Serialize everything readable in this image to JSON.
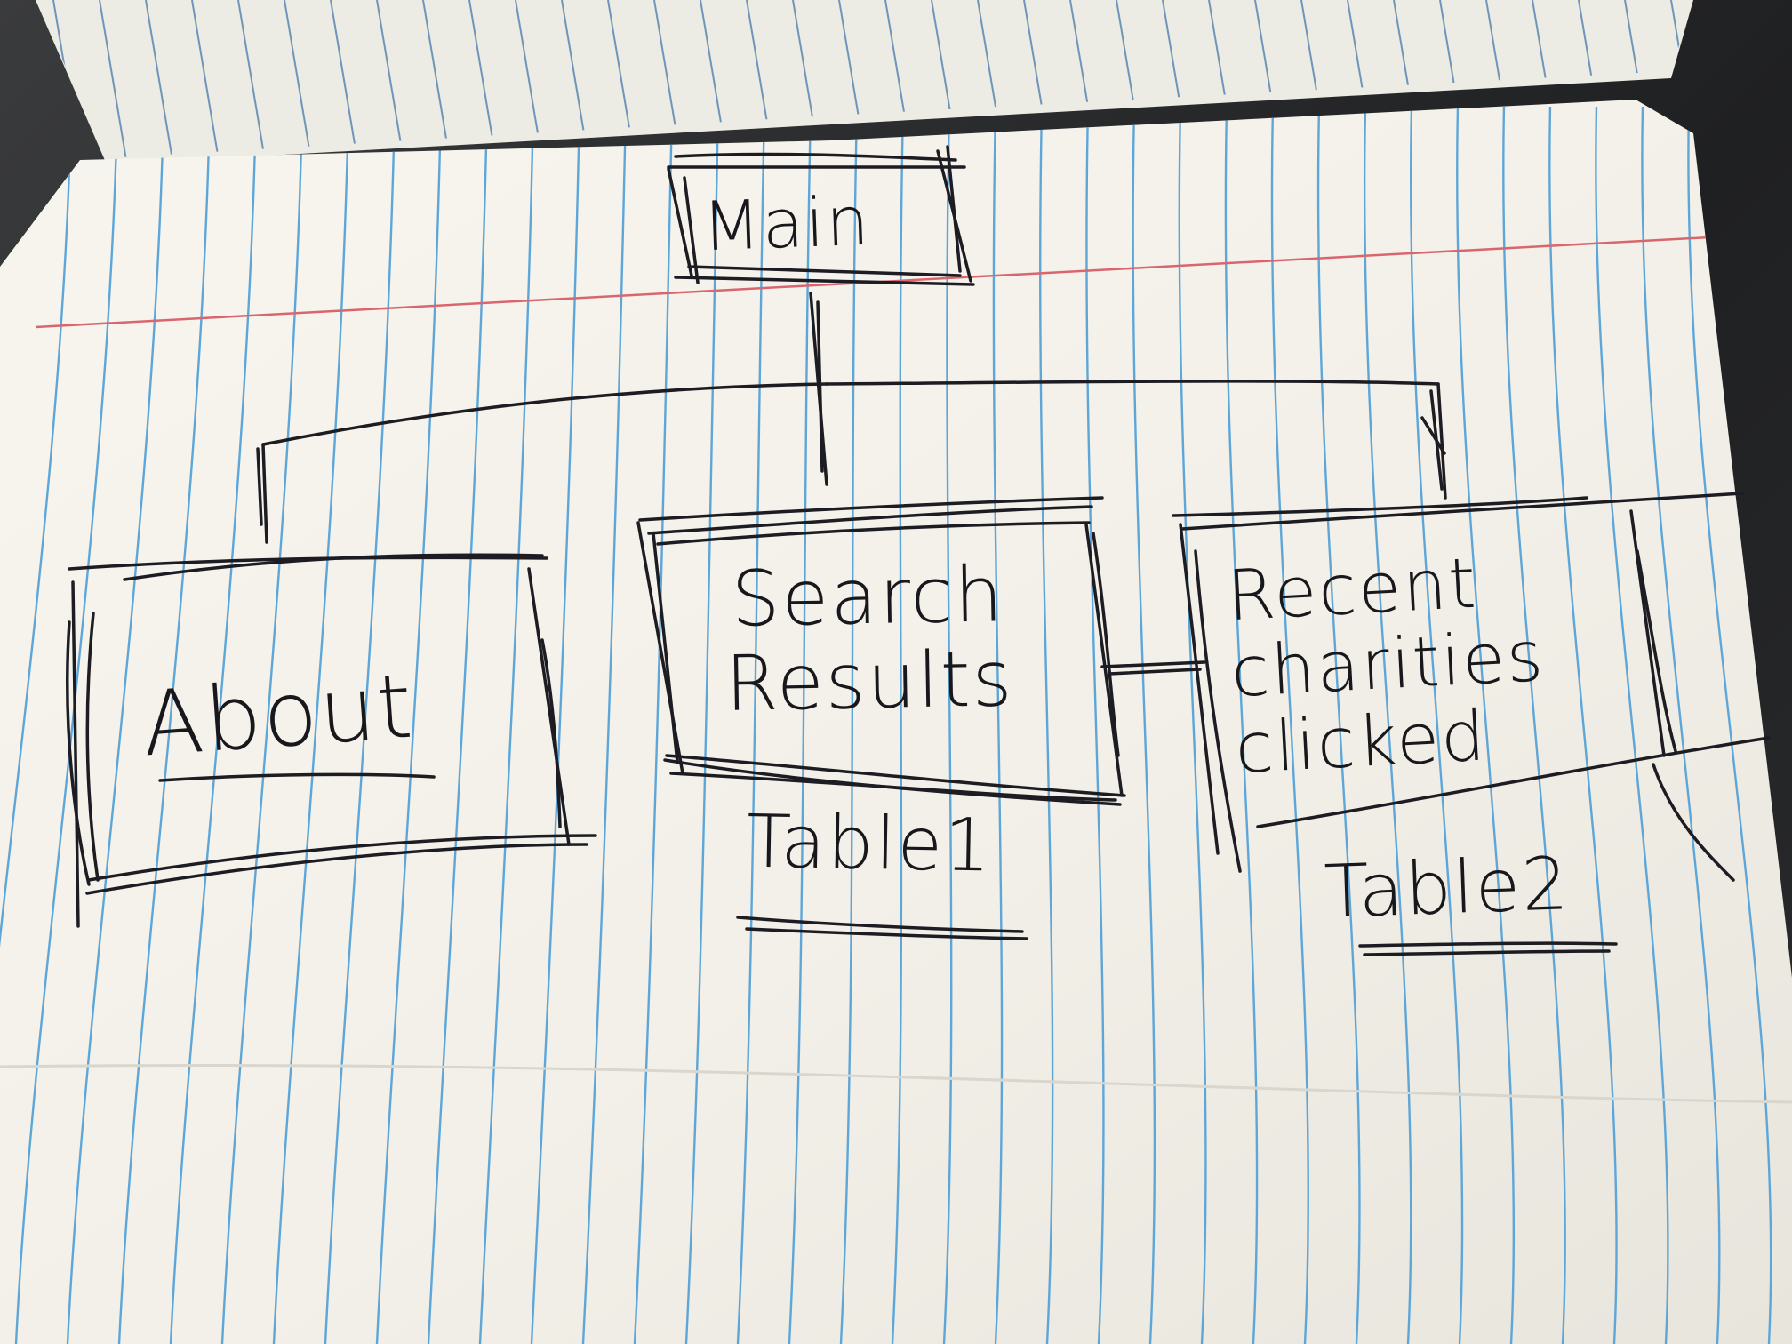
{
  "diagram": {
    "root": {
      "label": "Main"
    },
    "children": [
      {
        "id": "about",
        "label": "About",
        "caption": ""
      },
      {
        "id": "search",
        "label_lines": [
          "Search",
          "Results"
        ],
        "caption": "Table1"
      },
      {
        "id": "recent",
        "label_lines": [
          "Recent",
          "charities",
          "clicked"
        ],
        "caption": "Table2"
      }
    ],
    "connections": [
      {
        "from": "Main",
        "to": "About",
        "style": "tree"
      },
      {
        "from": "Main",
        "to": "Search Results",
        "style": "tree"
      },
      {
        "from": "Main",
        "to": "Recent charities clicked",
        "style": "tree"
      },
      {
        "from": "Search Results",
        "to": "Recent charities clicked",
        "style": "direct"
      }
    ],
    "ink_color": "#1c1c22",
    "paper_color": "#f6f4ec",
    "rule_line_color": "#5fa6d8",
    "margin_line_color": "#d9666e"
  }
}
